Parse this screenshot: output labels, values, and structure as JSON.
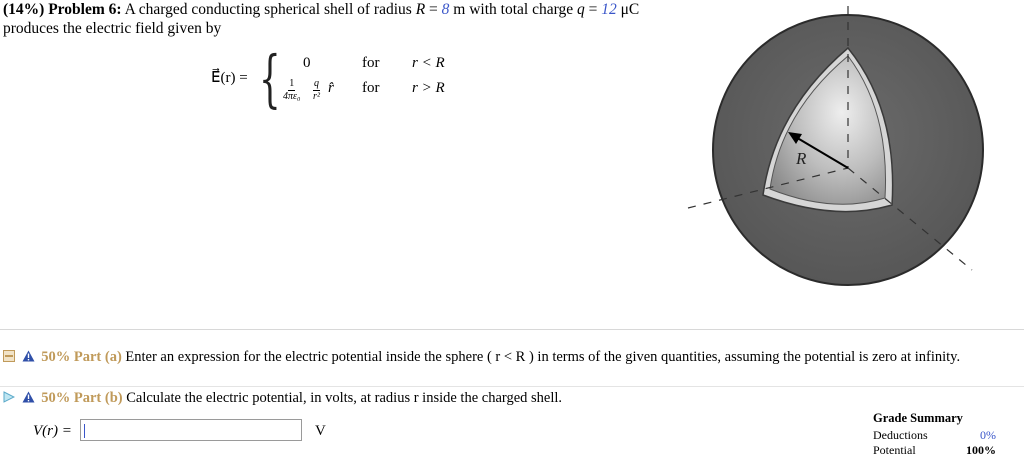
{
  "problem": {
    "weight": "(14%)",
    "label": "Problem 6:",
    "text_before_R": "A charged conducting spherical shell of radius",
    "R_symbol": "R",
    "eq": "=",
    "R_value": "8",
    "R_unit": "m with total charge",
    "q_symbol": "q",
    "q_value": "12",
    "q_unit": "μC",
    "line2": "produces the electric field given by"
  },
  "equation": {
    "lhs": "E⃗(r) =",
    "case1_value": "0",
    "case2_frac1_num": "1",
    "case2_frac1_den": "4πε₀",
    "case2_frac2_num": "q",
    "case2_frac2_den": "r²",
    "case2_rhat": "r̂",
    "for_label": "for",
    "cond1": "r < R",
    "cond2": "r > R"
  },
  "figure": {
    "radius_label": "R",
    "outer_color": "#5e5e5e",
    "inner_highlight": "#dcdcdc"
  },
  "part_a": {
    "percent": "50% Part (a)",
    "text": "Enter an expression for the electric potential inside the sphere ( r < R ) in terms of the given quantities, assuming the potential is zero at infinity."
  },
  "part_b": {
    "percent": "50% Part (b)",
    "text": "Calculate the electric potential, in volts, at radius r inside the charged shell."
  },
  "answer": {
    "label": "V(r) =",
    "value": "",
    "unit": "V"
  },
  "grade_summary": {
    "title": "Grade Summary",
    "deductions_label": "Deductions",
    "deductions_value": "0%",
    "potential_label": "Potential",
    "potential_value": "100%"
  },
  "colors": {
    "accent_blue": "#3a56c9",
    "part_gold": "#c09a5a",
    "warning_blue": "#2f4fa8"
  }
}
